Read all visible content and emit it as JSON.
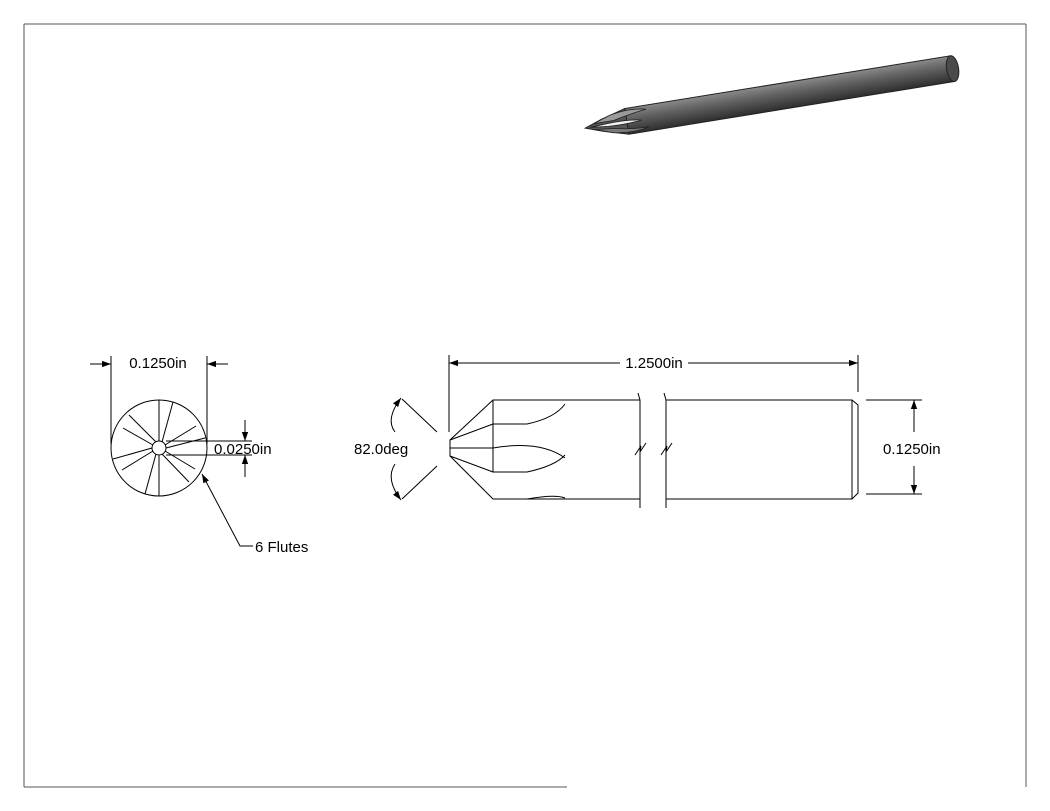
{
  "drawing": {
    "dimensions": {
      "end_view_diameter": "0.1250in",
      "center_hole_diameter": "0.0250in",
      "flutes_note": "6 Flutes",
      "point_angle": "82.0deg",
      "overall_length": "1.2500in",
      "shank_diameter": "0.1250in"
    },
    "colors": {
      "line": "#000000",
      "border": "#555555",
      "tool_body": "#5a5a5a",
      "tool_highlight": "#8a8a8a",
      "tool_shadow": "#2e2e2e"
    }
  }
}
